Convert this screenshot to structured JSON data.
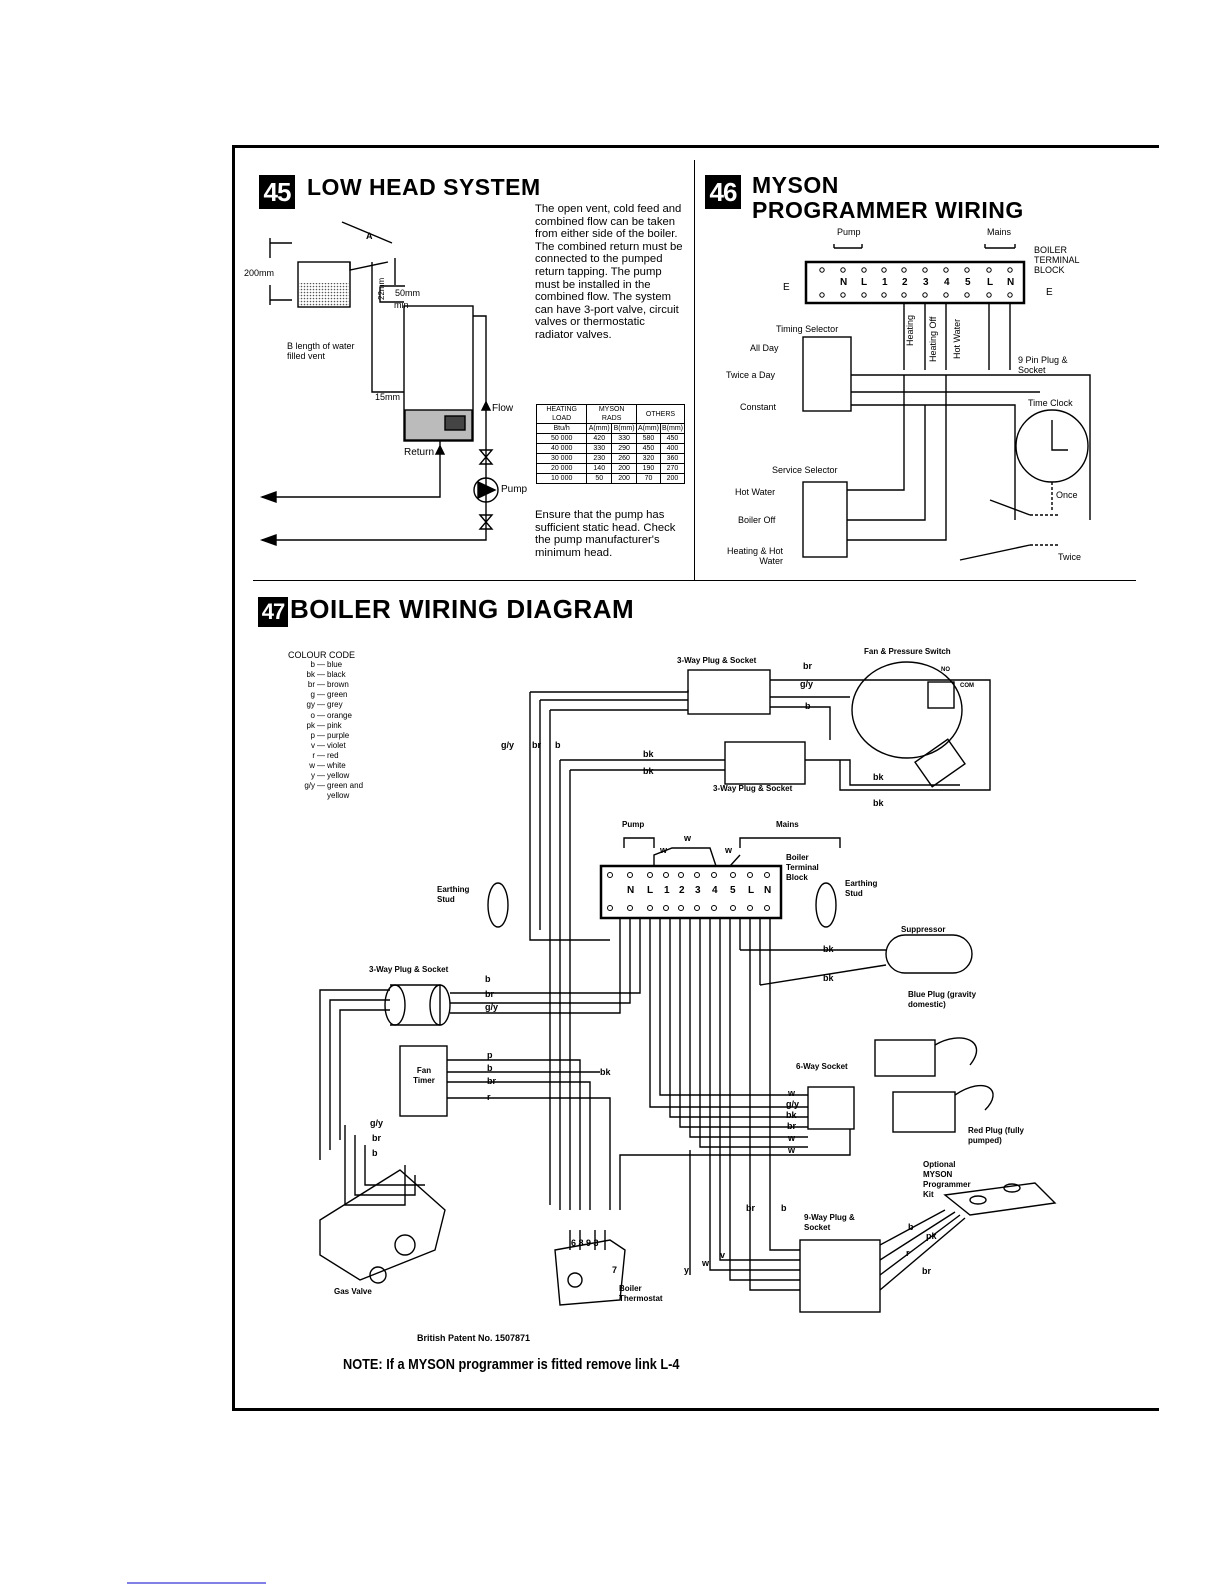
{
  "sec45": {
    "number": "45",
    "title": "LOW HEAD SYSTEM",
    "description": "The open vent, cold feed and combined flow can be taken from either side of the boiler. The combined return must be connected to the pumped return tapping. The pump must be installed in the combined flow. The system can have 3-port valve, circuit valves or thermostatic radiator valves.",
    "labels": {
      "a": "A",
      "dim200": "200mm",
      "dim50": "50mm",
      "min": "min",
      "dim22": "22mm",
      "b_length": "B length of water filled vent",
      "dim15": "15mm",
      "flow": "Flow",
      "return": "Return",
      "pump": "Pump"
    },
    "table": {
      "head1": [
        "HEATING LOAD",
        "MYSON RADS",
        "OTHERS"
      ],
      "head2": [
        "Btu/h",
        "A(mm)",
        "B(mm)",
        "A(mm)",
        "B(mm)"
      ],
      "rows": [
        [
          "50 000",
          "420",
          "330",
          "580",
          "450"
        ],
        [
          "40 000",
          "330",
          "290",
          "450",
          "400"
        ],
        [
          "30 000",
          "230",
          "260",
          "320",
          "360"
        ],
        [
          "20 000",
          "140",
          "200",
          "190",
          "270"
        ],
        [
          "10 000",
          "50",
          "200",
          "70",
          "200"
        ]
      ]
    },
    "footer": "Ensure that the pump has sufficient static head. Check the pump manufacturer's minimum head."
  },
  "sec46": {
    "number": "46",
    "title_line1": "MYSON",
    "title_line2": "PROGRAMMER WIRING",
    "pump": "Pump",
    "mains": "Mains",
    "terminal_block": "BOILER TERMINAL BLOCK",
    "e_left": "E",
    "e_right": "E",
    "terminals": [
      "N",
      "L",
      "1",
      "2",
      "3",
      "4",
      "5",
      "L",
      "N"
    ],
    "timing_selector": "Timing Selector",
    "all_day": "All Day",
    "twice_a_day": "Twice a Day",
    "constant": "Constant",
    "heating": "Heating",
    "heating_off": "Heating Off",
    "hot_water_v": "Hot Water",
    "nine_pin": "9 Pin Plug & Socket",
    "time_clock": "Time Clock",
    "service_selector": "Service Selector",
    "hot_water": "Hot Water",
    "boiler_off": "Boiler Off",
    "heating_hot_water": "Heating & Hot Water",
    "once": "Once",
    "twice": "Twice"
  },
  "sec47": {
    "number": "47",
    "title": "BOILER WIRING DIAGRAM",
    "colour_code_title": "COLOUR CODE",
    "colour_code": [
      [
        "b",
        "blue"
      ],
      [
        "bk",
        "black"
      ],
      [
        "br",
        "brown"
      ],
      [
        "g",
        "green"
      ],
      [
        "gy",
        "grey"
      ],
      [
        "o",
        "orange"
      ],
      [
        "pk",
        "pink"
      ],
      [
        "p",
        "purple"
      ],
      [
        "v",
        "violet"
      ],
      [
        "r",
        "red"
      ],
      [
        "w",
        "white"
      ],
      [
        "y",
        "yellow"
      ],
      [
        "g/y",
        "green and yellow"
      ]
    ],
    "three_way_top": "3-Way Plug & Socket",
    "fan_pressure": "Fan & Pressure Switch",
    "three_way_mid": "3-Way Plug & Socket",
    "pump": "Pump",
    "mains": "Mains",
    "boiler_terminal_block": "Boiler Terminal Block",
    "earthing_stud_left": "Earthing Stud",
    "earthing_stud_right": "Earthing Stud",
    "suppressor": "Suppressor",
    "three_way_left": "3-Way Plug & Socket",
    "blue_plug": "Blue Plug (gravity domestic)",
    "six_way": "6-Way Socket",
    "red_plug": "Red Plug (fully pumped)",
    "fan_timer": "Fan Timer",
    "optional_kit": "Optional MYSON Programmer Kit",
    "nine_way": "9-Way Plug & Socket",
    "gas_valve": "Gas Valve",
    "boiler_thermostat": "Boiler Thermostat",
    "thermostat_pins": "6 8 9 3",
    "terminals": [
      "N",
      "L",
      "1",
      "2",
      "3",
      "4",
      "5",
      "L",
      "N"
    ],
    "wire_labels": [
      "br",
      "g/y",
      "b",
      "bk",
      "bk",
      "bk",
      "bk",
      "g/y",
      "br",
      "b",
      "w",
      "w",
      "w",
      "b",
      "br",
      "g/y",
      "p",
      "b",
      "br",
      "r",
      "bk",
      "g/y",
      "br",
      "b",
      "w",
      "g/y",
      "bk",
      "br",
      "w",
      "w",
      "br",
      "b",
      "y",
      "w",
      "v",
      "b",
      "pk",
      "r",
      "br",
      "bk",
      "bk",
      "NO",
      "COM",
      "7"
    ],
    "patent": "British Patent No. 1507871",
    "note": "NOTE: If a MYSON programmer is fitted remove link L-4"
  }
}
